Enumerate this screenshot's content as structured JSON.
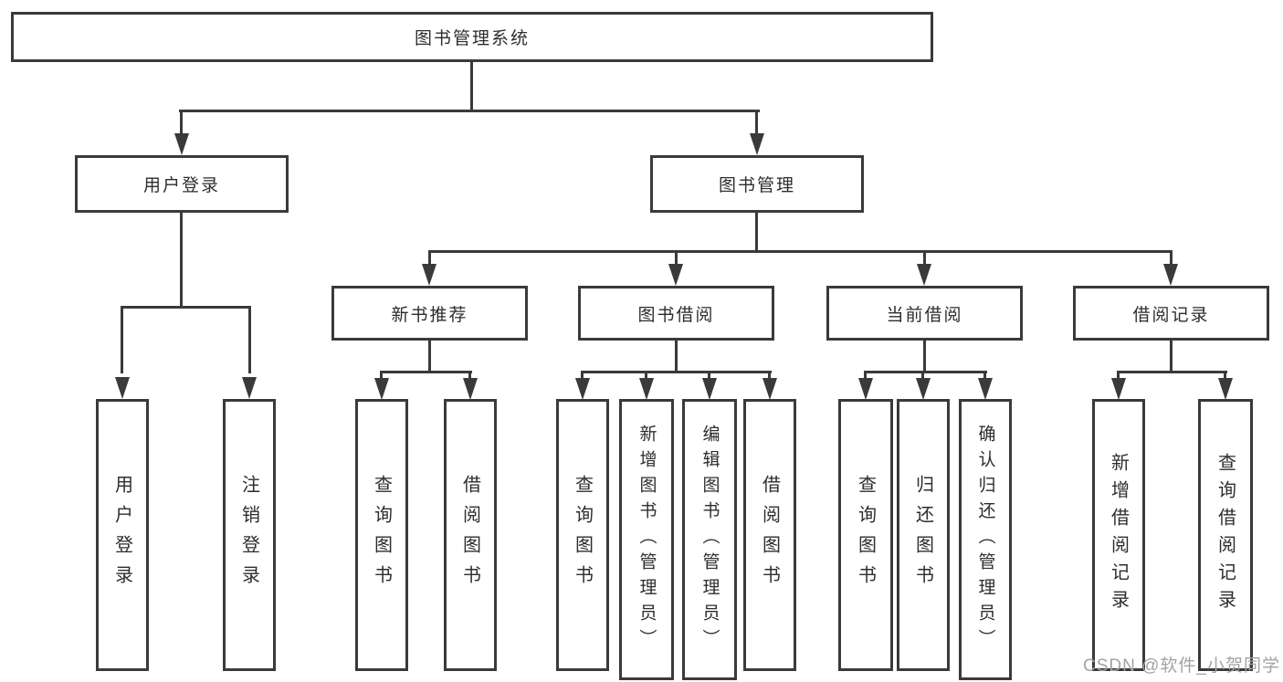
{
  "colors": {
    "line": "#3a3a3a",
    "text": "#2d2d2d",
    "watermark": "#a3a3a3",
    "background": "#ffffff"
  },
  "watermark": "CSDN @软件_小贺同学",
  "tree": {
    "label": "图书管理系统",
    "children": [
      {
        "label": "用户登录",
        "children": [
          {
            "label": "用户登录"
          },
          {
            "label": "注销登录"
          }
        ]
      },
      {
        "label": "图书管理",
        "children": [
          {
            "label": "新书推荐",
            "children": [
              {
                "label": "查询图书"
              },
              {
                "label": "借阅图书"
              }
            ]
          },
          {
            "label": "图书借阅",
            "children": [
              {
                "label": "查询图书"
              },
              {
                "label": "新增图书（管理员）"
              },
              {
                "label": "编辑图书（管理员）"
              },
              {
                "label": "借阅图书"
              }
            ]
          },
          {
            "label": "当前借阅",
            "children": [
              {
                "label": "查询图书"
              },
              {
                "label": "归还图书"
              },
              {
                "label": "确认归还（管理员）"
              }
            ]
          },
          {
            "label": "借阅记录",
            "children": [
              {
                "label": "新增借阅记录"
              },
              {
                "label": "查询借阅记录"
              }
            ]
          }
        ]
      }
    ]
  }
}
